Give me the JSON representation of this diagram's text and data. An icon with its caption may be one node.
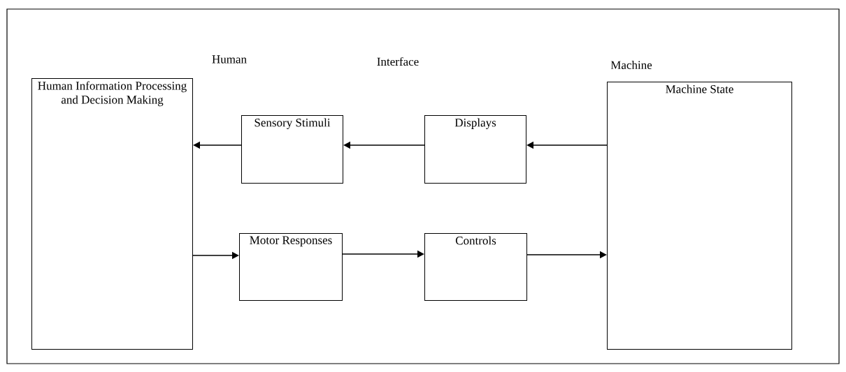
{
  "diagram": {
    "nodes": [
      {
        "text": [
          "Human Information Processing and Decision Making"
        ]
      },
      {
        "text": [
          "Sensory Stimuli"
        ]
      },
      {
        "text": [
          "Displays"
        ]
      },
      {
        "text": [
          "Machine State"
        ]
      },
      {
        "text": [
          "Motor Responses"
        ]
      },
      {
        "text": [
          "Controls"
        ]
      }
    ],
    "edges": [
      {
        "from": 3,
        "to": 2,
        "arrow": "to"
      },
      {
        "from": 2,
        "to": 1,
        "arrow": "to"
      },
      {
        "from": 1,
        "to": 0,
        "arrow": "to"
      },
      {
        "from": 0,
        "to": 4,
        "arrow": "to"
      },
      {
        "from": 4,
        "to": 5,
        "arrow": "to"
      },
      {
        "from": 5,
        "to": 3,
        "arrow": "to"
      }
    ],
    "labels": [
      "Human",
      "Interface",
      "Machine"
    ]
  }
}
